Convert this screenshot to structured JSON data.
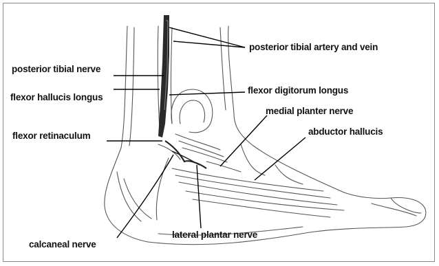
{
  "colors": {
    "border": "#8a8a8a",
    "ink": "#111111",
    "sketch": "#555555",
    "leader": "#000000",
    "vessel": "#2a2a2a"
  },
  "labels": {
    "posterior_tibial_artery_and_vein": "posterior tibial artery and vein",
    "posterior_tibial_nerve": "posterior tibial nerve",
    "flexor_hallucis_longus": "flexor hallucis longus",
    "flexor_digitorum_longus": "flexor digitorum longus",
    "medial_planter_nerve": "medial planter nerve",
    "abductor_hallucis": "abductor hallucis",
    "flexor_retinaculum": "flexor retinaculum",
    "calcaneal_nerve": "calcaneal nerve",
    "lateral_plantar_nerve": "lateral plantar nerve"
  }
}
